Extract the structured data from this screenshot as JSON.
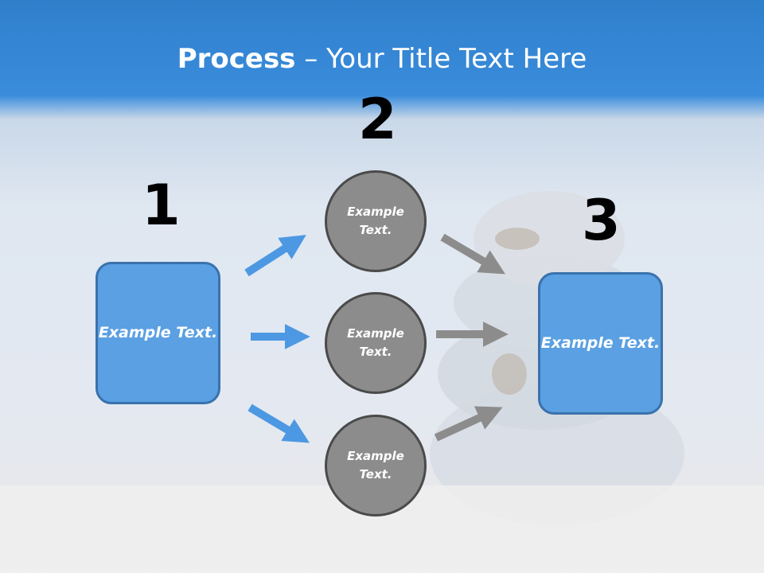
{
  "title": {
    "bold": "Process",
    "rest": " – Your Title Text Here"
  },
  "steps": [
    {
      "number": "1",
      "label": "Example Text."
    },
    {
      "number": "2",
      "items": [
        "Example Text.",
        "Example Text.",
        "Example Text."
      ]
    },
    {
      "number": "3",
      "label": "Example Text."
    }
  ],
  "colors": {
    "header": "#3a8ddc",
    "box": "#5aa0e2",
    "box_border": "#3a72ad",
    "circle": "#8c8c8c",
    "circle_border": "#4a4a4a",
    "arrow_blue": "#4d98e2",
    "arrow_gray": "#8c8c8c"
  }
}
